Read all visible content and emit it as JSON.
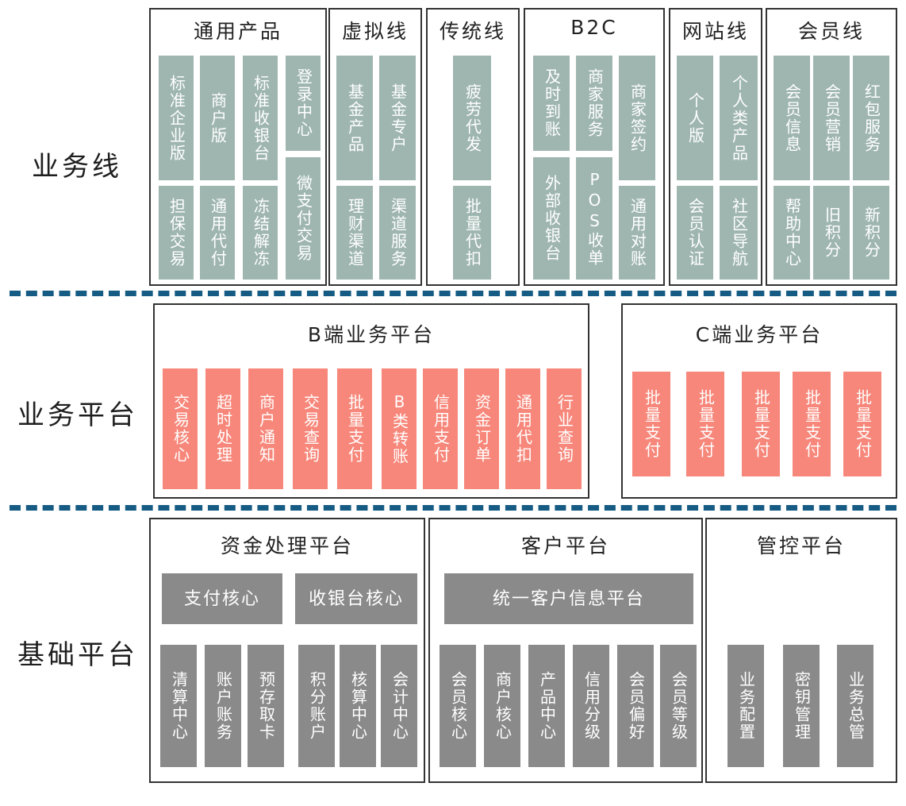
{
  "rows": {
    "business_line": "业务线",
    "business_platform": "业务平台",
    "base_platform": "基础平台"
  },
  "business_lines": [
    {
      "title": "通用产品",
      "items": [
        "标准企业版",
        "商户版",
        "标准收银台",
        "登录中心",
        "担保交易",
        "通用代付",
        "冻结解冻",
        "微支付交易"
      ]
    },
    {
      "title": "虚拟线",
      "items": [
        "基金产品",
        "基金专户",
        "理财渠道",
        "渠道服务"
      ]
    },
    {
      "title": "传统线",
      "items": [
        "疲劳代发",
        "批量代扣"
      ]
    },
    {
      "title": "B2C",
      "items": [
        "及时到账",
        "商家服务",
        "商家签约",
        "外部收银台",
        "POS收单",
        "通用对账"
      ]
    },
    {
      "title": "网站线",
      "items": [
        "个人版",
        "个人类产品",
        "会员认证",
        "社区导航"
      ]
    },
    {
      "title": "会员线",
      "items": [
        "会员信息",
        "会员营销",
        "红包服务",
        "帮助中心",
        "旧积分",
        "新积分"
      ]
    }
  ],
  "b_platform": {
    "title": "B端业务平台",
    "items": [
      "交易核心",
      "超时处理",
      "商户通知",
      "交易查询",
      "批量支付",
      "B类转账",
      "信用支付",
      "资金订单",
      "通用代扣",
      "行业查询"
    ]
  },
  "c_platform": {
    "title": "C端业务平台",
    "items": [
      "批量支付",
      "批量支付",
      "批量支付",
      "批量支付",
      "批量支付"
    ]
  },
  "fund_platform": {
    "title": "资金处理平台",
    "cores": [
      "支付核心",
      "收银台核心"
    ],
    "items": [
      "清算中心",
      "账户账务",
      "预存取卡",
      "积分账户",
      "核算中心",
      "会计中心"
    ]
  },
  "customer_platform": {
    "title": "客户平台",
    "core": "统一客户信息平台",
    "items": [
      "会员核心",
      "商户核心",
      "产品中心",
      "信用分级",
      "会员偏好",
      "会员等级"
    ]
  },
  "control_platform": {
    "title": "管控平台",
    "items": [
      "业务配置",
      "密钥管理",
      "业务总管"
    ]
  },
  "colors": {
    "business_line_tile": "#9fb6b0",
    "business_platform_tile": "#f7877a",
    "base_platform_tile": "#8a8a8a",
    "divider": "#155b84"
  }
}
